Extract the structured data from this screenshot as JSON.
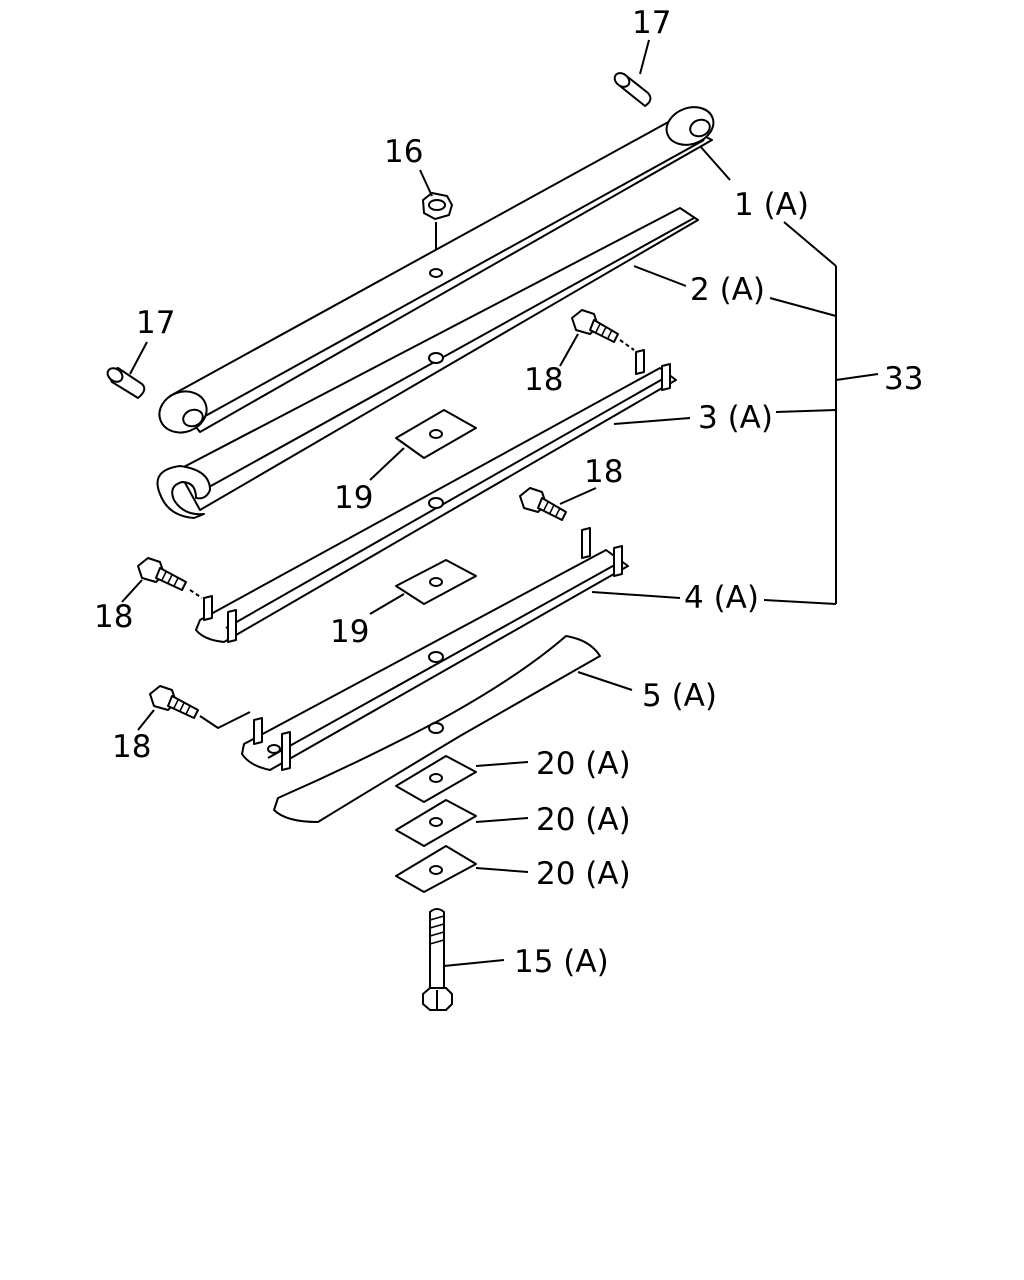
{
  "callouts": {
    "c17_top": "17",
    "c17_left": "17",
    "c16": "16",
    "c1": "1 (A)",
    "c2": "2 (A)",
    "c18_upper": "18",
    "c33": "33",
    "c3": "3 (A)",
    "c19_upper": "19",
    "c18_right": "18",
    "c18_left": "18",
    "c4": "4 (A)",
    "c19_lower": "19",
    "c5": "5 (A)",
    "c18_bottom": "18",
    "c20_a": "20 (A)",
    "c20_b": "20 (A)",
    "c20_c": "20 (A)",
    "c15": "15 (A)"
  }
}
